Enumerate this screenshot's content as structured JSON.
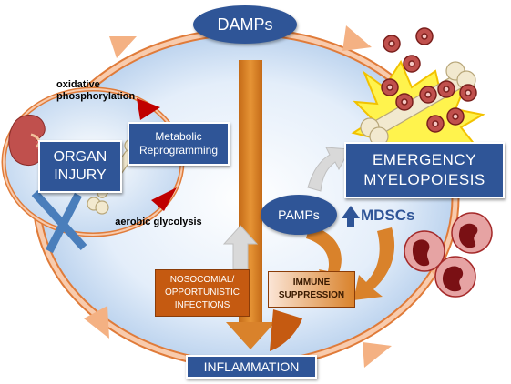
{
  "labels": {
    "damps": "DAMPs",
    "oxidative": "oxidative\nphosphorylation",
    "metabolic": "Metabolic\nReprogramming",
    "organ_injury": "ORGAN\nINJURY",
    "aerobic": "aerobic glycolysis",
    "emergency": "EMERGENCY\nMYELOPOIESIS",
    "pamps": "PAMPs",
    "mdscs": "MDSCs",
    "nosocomial": "NOSOCOMIAL/\nOPPORTUNISTIC\nINFECTIONS",
    "immune": "IMMUNE\nSUPPRESSION",
    "inflammation": "INFLAMMATION"
  },
  "colors": {
    "ring": "#f4b183",
    "ring_border": "#e07b39",
    "blue_box": "#2f5597",
    "orange_box": "#c55a11",
    "vertical_arrow": "#d9822b",
    "red_triangle": "#c00000"
  },
  "icons": [
    "kidney-icon",
    "bone-icon",
    "broken-bone-icon",
    "star-burst-icon",
    "virus-icon",
    "cell-icon",
    "up-arrow-icon",
    "cross-icon"
  ]
}
